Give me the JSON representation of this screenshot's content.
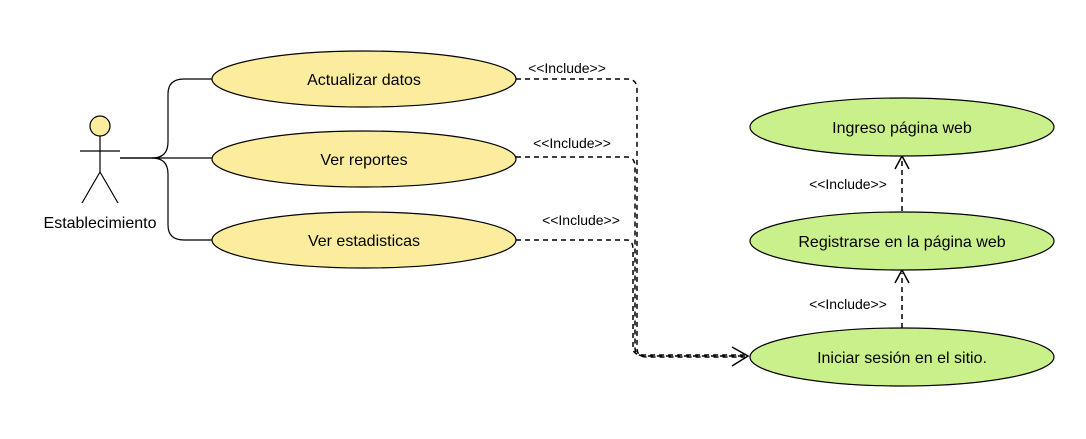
{
  "actor": {
    "name": "Establecimiento",
    "head_color": "#fcec9e"
  },
  "use_cases": {
    "actualizar": "Actualizar datos",
    "reportes": "Ver reportes",
    "estadisticas": "Ver estadisticas",
    "ingreso": "Ingreso página web",
    "registrarse": "Registrarse en la página web",
    "iniciar": "Iniciar sesión en el sitio."
  },
  "relations": {
    "include_actualizar": "<<Include>>",
    "include_reportes": "<<Include>>",
    "include_estadisticas": "<<Include>>",
    "include_registrarse_ingreso": "<<Include>>",
    "include_iniciar_registrarse": "<<Include>>"
  },
  "colors": {
    "left_use_case": "#fcec9e",
    "right_use_case": "#c9f08a"
  }
}
